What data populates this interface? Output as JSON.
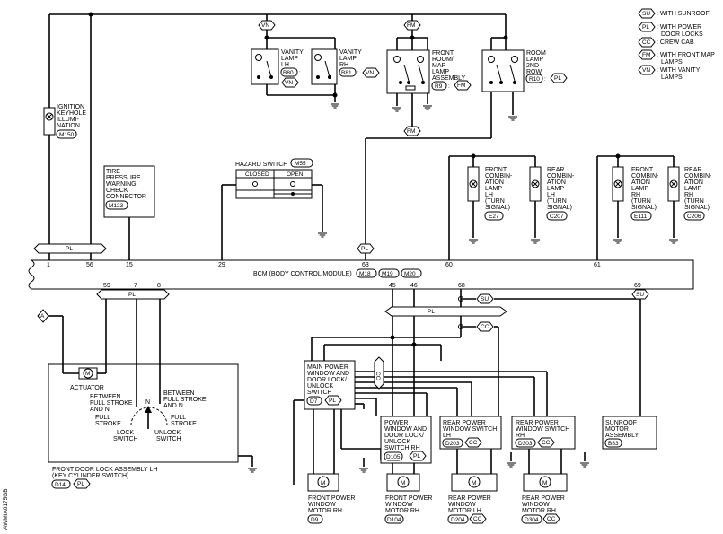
{
  "legend": [
    {
      "code": "SU",
      "text": ": WITH SUNROOF"
    },
    {
      "code": "PL",
      "text": ": WITH POWER"
    },
    {
      "code": "",
      "text": "DOOR LOCKS"
    },
    {
      "code": "CC",
      "text": ": CREW CAB"
    },
    {
      "code": "FM",
      "text": ": WITH FRONT MAP"
    },
    {
      "code": "",
      "text": "LAMPS"
    },
    {
      "code": "VN",
      "text": ": WITH VANITY"
    },
    {
      "code": "",
      "text": "LAMPS"
    }
  ],
  "tags": {
    "vn": "VN",
    "fm": "FM",
    "pl": "PL",
    "su": "SU",
    "cc": "CC"
  },
  "bcm": {
    "label": "BCM (BODY CONTROL MODULE)",
    "connectors": [
      "M18",
      "M19",
      "M20"
    ]
  },
  "bcm_pins_top": [
    "1",
    "56",
    "15",
    "29",
    "63",
    "60",
    "61"
  ],
  "bcm_pins_bottom": [
    "59",
    "7",
    "8",
    "45",
    "46",
    "68",
    "69"
  ],
  "ignition": {
    "lines": [
      "IGNITION",
      "KEYHOLE",
      "ILLUMI-",
      "NATION"
    ],
    "conn": "M150"
  },
  "tpms": {
    "lines": [
      "TIRE",
      "PRESSURE",
      "WARNING",
      "CHECK",
      "CONNECTOR"
    ],
    "conn": "M123"
  },
  "vanity_lh": {
    "lines": [
      "VANITY",
      "LAMP",
      "LH"
    ],
    "conn": "B80"
  },
  "vanity_rh": {
    "lines": [
      "VANITY",
      "LAMP",
      "RH"
    ],
    "conn": "B81"
  },
  "front_room": {
    "lines": [
      "FRONT",
      "ROOM/",
      "MAP",
      "LAMP",
      "ASSEMBLY"
    ],
    "conn": "R9"
  },
  "room_lamp2": {
    "lines": [
      "ROOM",
      "LAMP",
      "2ND",
      "ROW"
    ],
    "conn": "R10"
  },
  "hazard": {
    "title": "HAZARD SWITCH",
    "conn": "M55",
    "closed": "CLOSED",
    "open": "OPEN"
  },
  "front_comb_lh": {
    "lines": [
      "FRONT",
      "COMBIN-",
      "ATION",
      "LAMP",
      "LH",
      "(TURN",
      "SIGNAL)"
    ],
    "conn": "E27"
  },
  "rear_comb_lh": {
    "lines": [
      "REAR",
      "COMBIN-",
      "ATION",
      "LAMP",
      "LH",
      "(TURN",
      "SIGNAL)"
    ],
    "conn": "C207"
  },
  "front_comb_rh": {
    "lines": [
      "FRONT",
      "COMBIN-",
      "ATION",
      "LAMP",
      "RH",
      "(TURN",
      "SIGNAL)"
    ],
    "conn": "E111"
  },
  "rear_comb_rh": {
    "lines": [
      "REAR",
      "COMBIN-",
      "ATION",
      "LAMP",
      "RH",
      "(TURN",
      "SIGNAL)"
    ],
    "conn": "C206"
  },
  "door_lock": {
    "actuator": "ACTUATOR",
    "between_left": [
      "BETWEEN",
      "FULL STROKE",
      "AND N"
    ],
    "between_right": [
      "BETWEEN",
      "FULL STROKE",
      "AND N"
    ],
    "n": "N",
    "full_left": [
      "FULL",
      "STROKE"
    ],
    "full_right": [
      "FULL",
      "STROKE"
    ],
    "lock": [
      "LOCK",
      "SWITCH"
    ],
    "unlock": [
      "UNLOCK",
      "SWITCH"
    ],
    "title": [
      "FRONT DOOR  LOCK ASSEMBLY LH",
      "(KEY CYLINDER SWITCH)"
    ],
    "conn": "D14",
    "ref": "A"
  },
  "main_pw": {
    "lines": [
      "MAIN POWER",
      "WINDOW AND",
      "DOOR LOCK/",
      "UNLOCK",
      "SWITCH"
    ],
    "conn": "D7"
  },
  "pw_switch_rh": {
    "lines": [
      "POWER",
      "WINDOW AND",
      "DOOR LOCK/",
      "UNLOCK",
      "SWITCH RH"
    ],
    "conn": "D105"
  },
  "rear_pw_lh": {
    "lines": [
      "REAR POWER",
      "WINDOW SWITCH",
      "LH"
    ],
    "conn": "D203"
  },
  "rear_pw_rh": {
    "lines": [
      "REAR POWER",
      "WINDOW SWITCH",
      "RH"
    ],
    "conn": "D303"
  },
  "sunroof": {
    "lines": [
      "SUNROOF",
      "MOTOR",
      "ASSEMBLY"
    ],
    "conn": "B83"
  },
  "motor_front_lh": {
    "lines": [
      "FRONT POWER",
      "WINDOW",
      "MOTOR RH"
    ],
    "conn": "D9"
  },
  "motor_front_rh": {
    "lines": [
      "FRONT POWER",
      "WINDOW",
      "MOTOR RH"
    ],
    "conn": "D104"
  },
  "motor_rear_lh": {
    "lines": [
      "REAR POWER",
      "WINDOW",
      "MOTOR LH"
    ],
    "conn": "D204"
  },
  "motor_rear_rh": {
    "lines": [
      "REAR POWER",
      "WINDOW",
      "MOTOR RH"
    ],
    "conn": "D304"
  },
  "diagram_code": "AWMIA0175GB"
}
